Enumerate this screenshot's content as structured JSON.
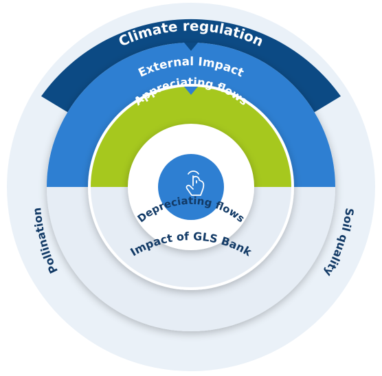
{
  "colors": {
    "dark_navy": "#0c4a84",
    "mid_blue": "#2e7fd2",
    "lime": "#a6c81e",
    "pale_blue": "#eaf1f8",
    "light_ring": "#e6edf5",
    "white": "#ffffff",
    "center_blue": "#2e7fd2",
    "label_dark": "#123a66"
  },
  "rings": {
    "outer": {
      "top_label": "Climate regulation",
      "left_label": "Pollination",
      "right_label": "Soil quality"
    },
    "middle": {
      "top_label": "External Impact",
      "bottom_label": "Impact of GLS Bank"
    },
    "inner": {
      "top_label": "Appreciating flows",
      "bottom_label": "Depreciating flows"
    }
  },
  "center": {
    "icon": "pointing-hand-icon"
  }
}
